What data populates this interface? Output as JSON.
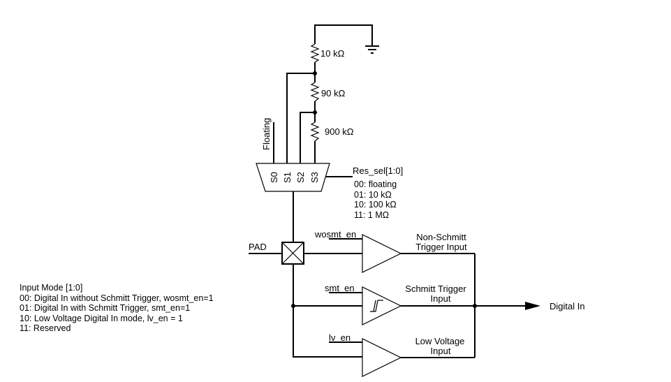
{
  "resistors": [
    {
      "label": "10 kΩ"
    },
    {
      "label": "90 kΩ"
    },
    {
      "label": "900 kΩ"
    }
  ],
  "mux": {
    "floating_label": "Floating",
    "inputs": [
      "S0",
      "S1",
      "S2",
      "S3"
    ],
    "select_label": "Res_sel[1:0]",
    "select_options": [
      "00: floating",
      "01: 10 kΩ",
      "10: 100 kΩ",
      "11: 1 MΩ"
    ]
  },
  "pad_label": "PAD",
  "buffers": [
    {
      "enable": "wosmt_en",
      "name_lines": [
        "Non-Schmitt",
        "Trigger Input"
      ]
    },
    {
      "enable": "smt_en",
      "name_lines": [
        "Schmitt Trigger",
        "Input"
      ]
    },
    {
      "enable": "lv_en",
      "name_lines": [
        "Low Voltage",
        "Input"
      ]
    }
  ],
  "output_label": "Digital In",
  "input_mode": {
    "title": "Input Mode [1:0]",
    "lines": [
      "00: Digital In without Schmitt Trigger, wosmt_en=1",
      "01: Digital In with Schmitt Trigger, smt_en=1",
      "10: Low Voltage Digital In mode, lv_en = 1",
      "11: Reserved"
    ]
  }
}
